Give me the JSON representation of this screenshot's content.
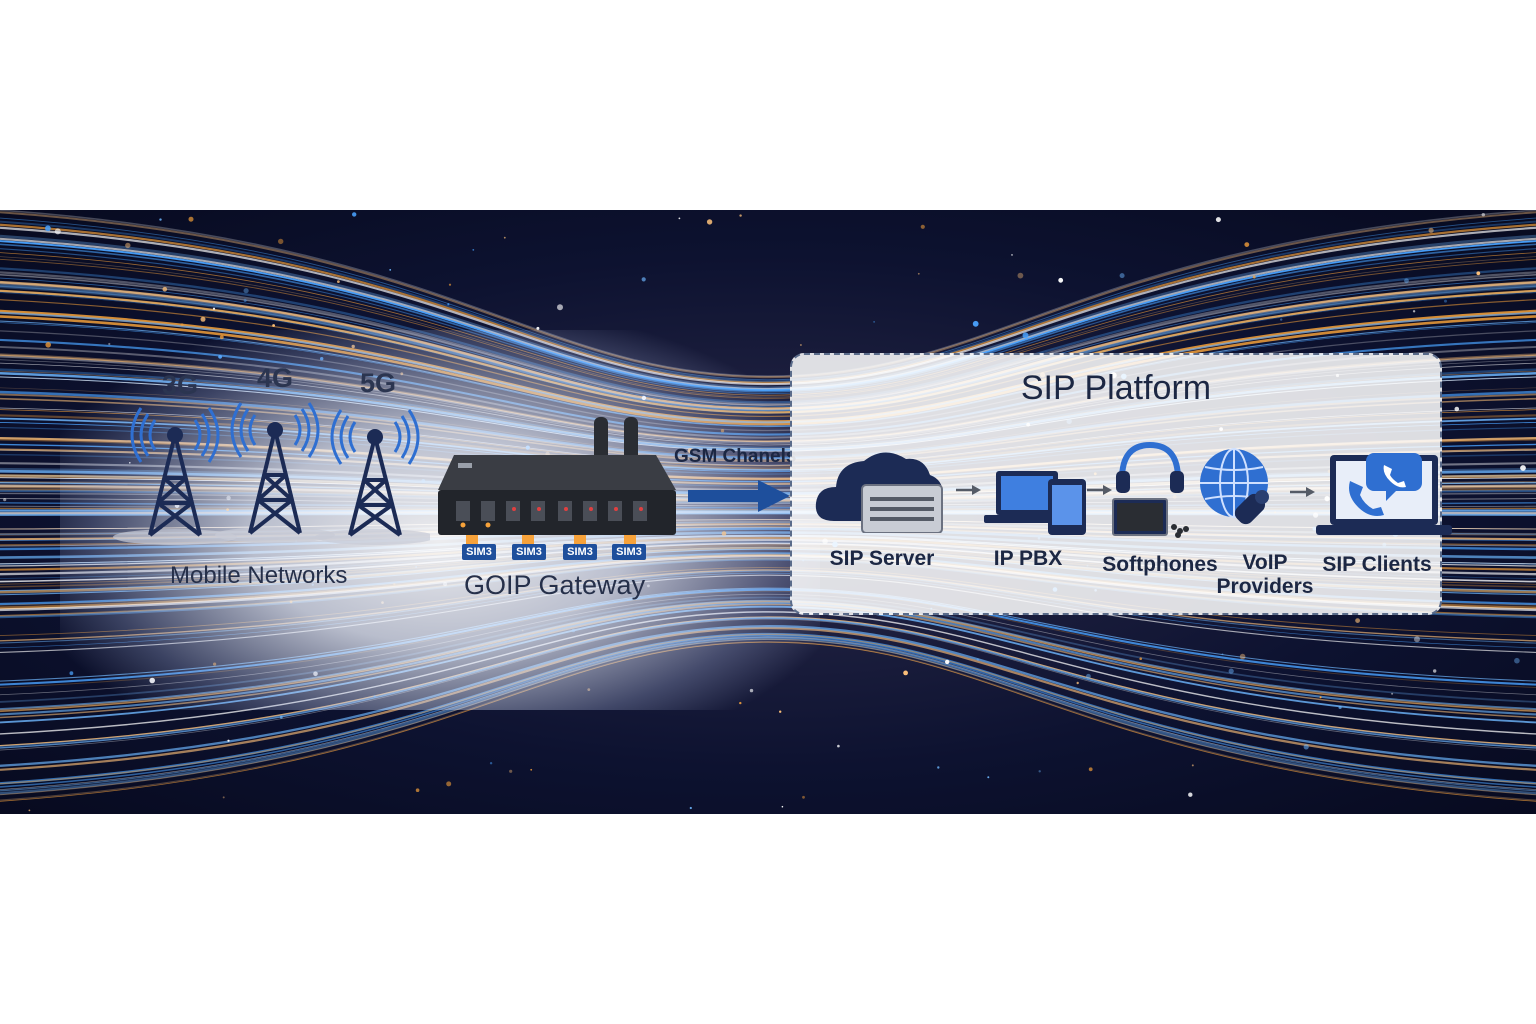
{
  "networks": {
    "towers": [
      {
        "label": "3G"
      },
      {
        "label": "4G"
      },
      {
        "label": "5G"
      }
    ],
    "caption": "Mobile Networks"
  },
  "gateway": {
    "device_label": "",
    "sims": [
      "SIM3",
      "SIM3",
      "SIM3",
      "SIM3"
    ],
    "caption": "GOIP Gateway"
  },
  "link": {
    "label": "GSM Chanels"
  },
  "sip_platform": {
    "title": "SIP Platform",
    "items": [
      {
        "label": "SIP Server",
        "icon": "cloud-server-icon"
      },
      {
        "label": "IP PBX",
        "icon": "laptop-tablet-icon"
      },
      {
        "label": "Softphones",
        "icon": "headset-laptop-icon"
      },
      {
        "label": "VoIP Providers",
        "icon": "globe-icon"
      },
      {
        "label": "SIP Clients",
        "icon": "laptop-phone-icon"
      }
    ]
  },
  "colors": {
    "accent_blue": "#1e4f9c",
    "icon_navy": "#1c2b55",
    "signal_blue": "#2f6fd1",
    "streak_orange": "#f7a23a",
    "streak_blue": "#4aa3ff"
  }
}
